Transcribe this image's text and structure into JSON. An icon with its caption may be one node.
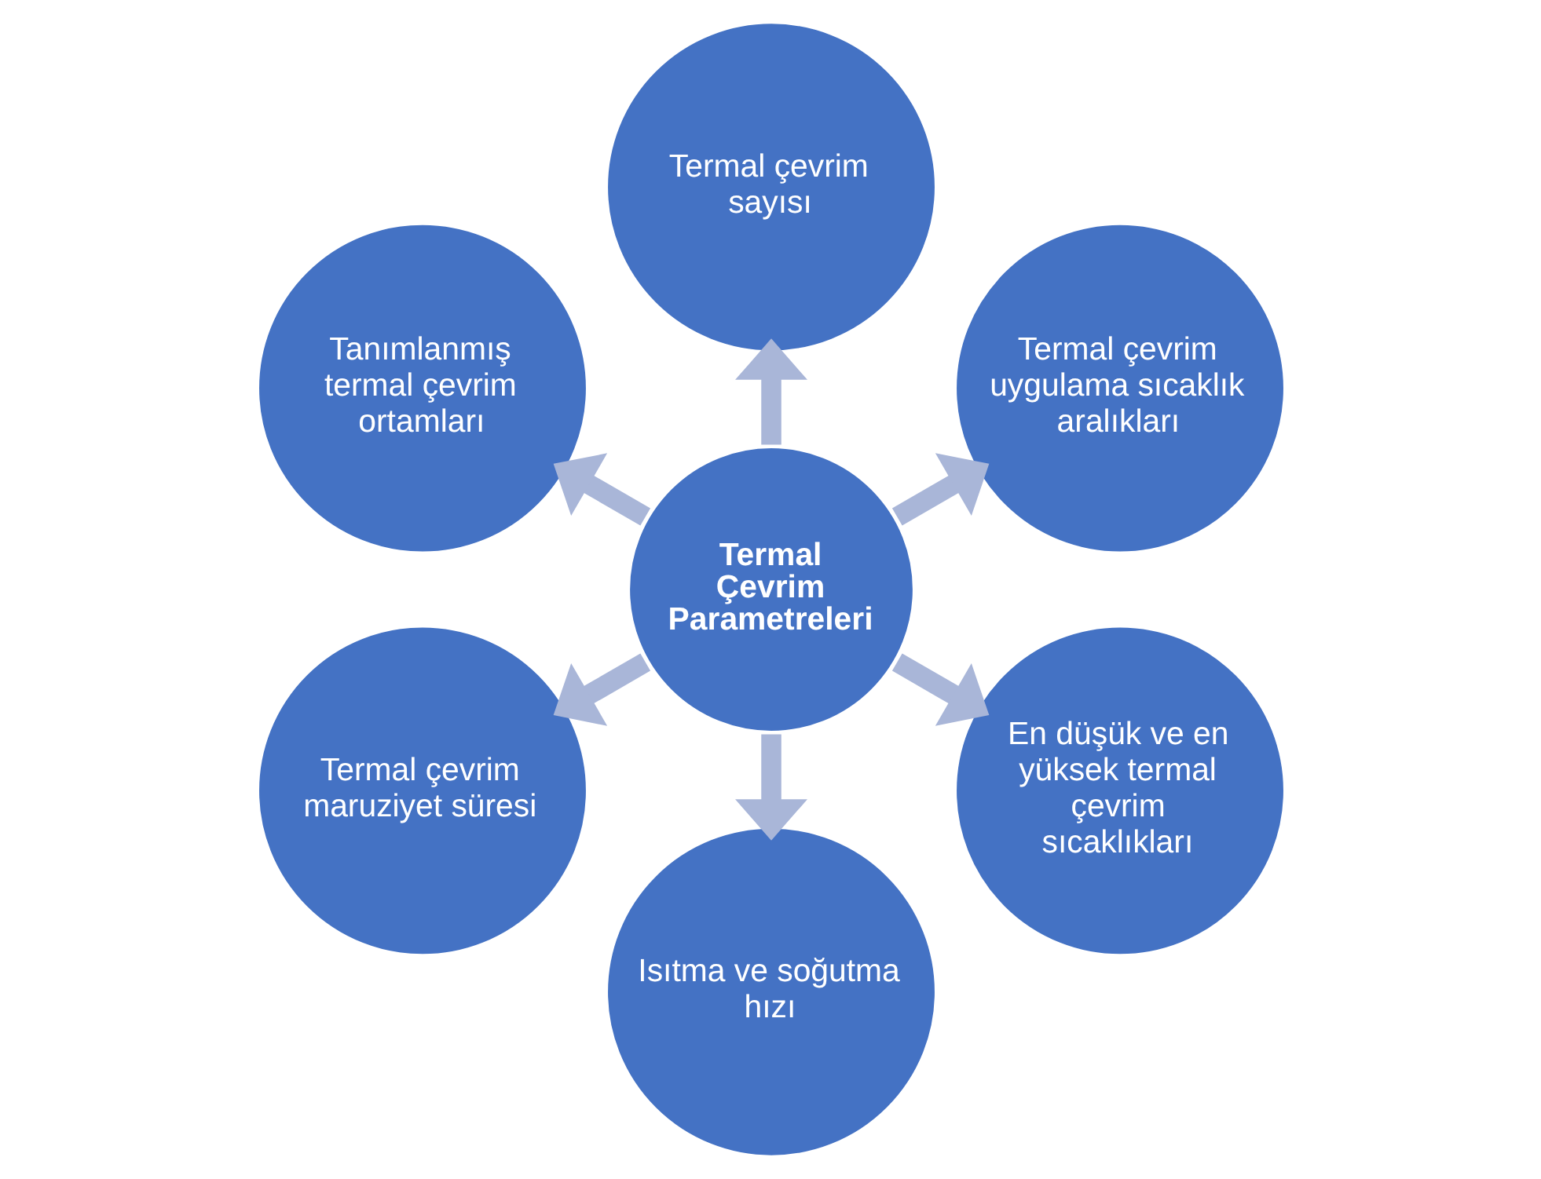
{
  "diagram": {
    "nodes": [
      {
        "text": [
          "Termal Çevrim Parametreleri"
        ]
      },
      {
        "text": [
          "Termal çevrim sayısı"
        ]
      },
      {
        "text": [
          "Termal çevrim uygulama sıcaklık aralıkları"
        ]
      },
      {
        "text": [
          "En düşük ve en yüksek termal çevrim sıcaklıkları"
        ]
      },
      {
        "text": [
          "Isıtma ve soğutma hızı"
        ]
      },
      {
        "text": [
          "Termal çevrim maruziyet süresi"
        ]
      },
      {
        "text": [
          "Tanımlanmış termal çevrim ortamları"
        ]
      }
    ],
    "edges": [
      {
        "from": 0,
        "to": 1,
        "arrow": "to"
      },
      {
        "from": 0,
        "to": 2,
        "arrow": "to"
      },
      {
        "from": 0,
        "to": 3,
        "arrow": "to"
      },
      {
        "from": 0,
        "to": 4,
        "arrow": "to"
      },
      {
        "from": 0,
        "to": 5,
        "arrow": "to"
      },
      {
        "from": 0,
        "to": 6,
        "arrow": "to"
      }
    ]
  }
}
